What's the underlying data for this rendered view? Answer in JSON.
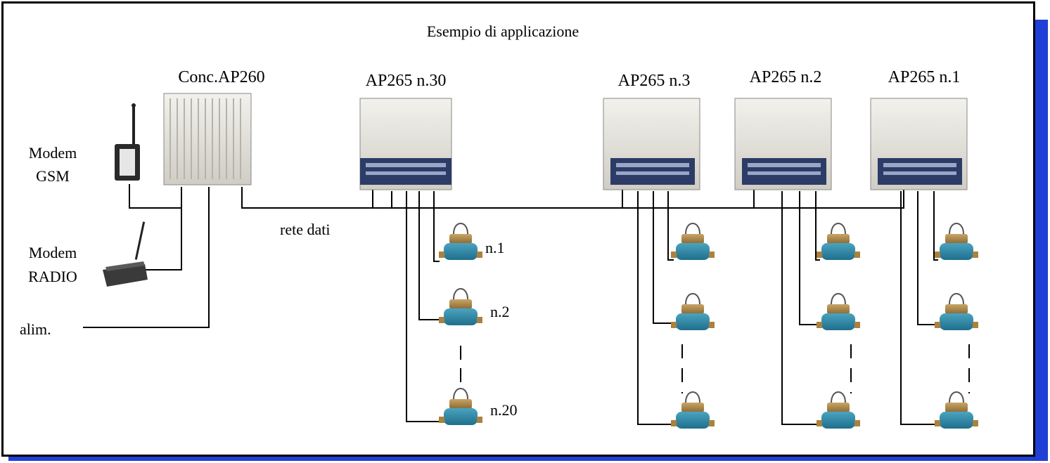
{
  "title": "Esempio di applicazione",
  "concentrator_label": "Conc.AP260",
  "modem_gsm": [
    "Modem",
    "GSM"
  ],
  "modem_radio": [
    "Modem",
    "RADIO"
  ],
  "power_label": "alim.",
  "network_label": "rete dati",
  "unit_labels": {
    "u30": "AP265 n.30",
    "u3": "AP265 n.3",
    "u2": "AP265 n.2",
    "u1": "AP265 n.1"
  },
  "meter_labels": {
    "first": "n.1",
    "second": "n.2",
    "last": "n.20"
  },
  "colors": {
    "frame_shadow": "#1f3fd6",
    "meter_body": "#2f8aa8",
    "meter_cap": "#b08a4a",
    "enclosure": "#e4e2da"
  }
}
